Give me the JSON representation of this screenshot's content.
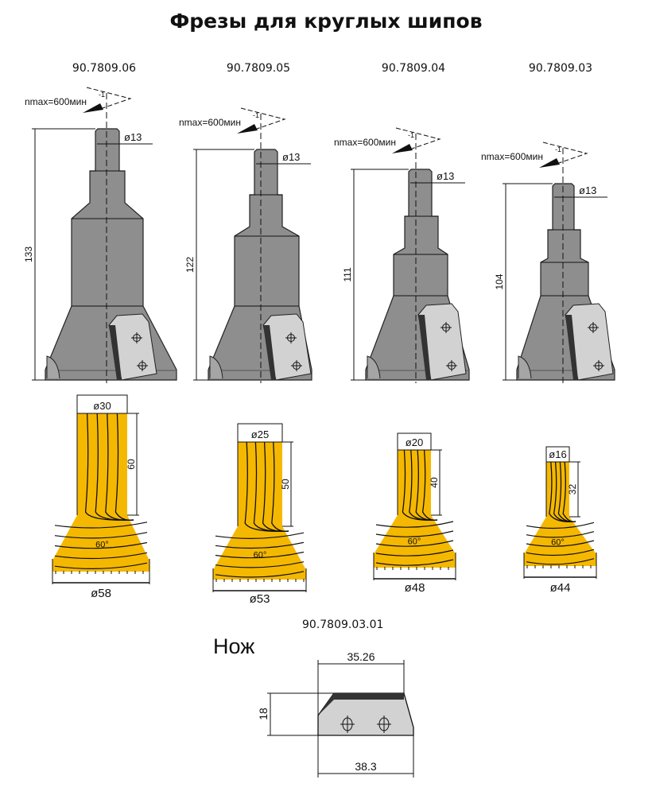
{
  "title": "Фрезы для круглых шипов",
  "speed_label": "nmax=600мин",
  "speed_exp": "-1",
  "colors": {
    "metal": "#8e8e8e",
    "wood": "#f5b800",
    "knife": "#d2d2d2"
  },
  "cutters": [
    {
      "code": "90.7809.06",
      "height": "133",
      "shank": "ø13",
      "tenon_d": "ø30",
      "tenon_len": "60",
      "outer_d": "ø58",
      "angle": "60°"
    },
    {
      "code": "90.7809.05",
      "height": "122",
      "shank": "ø13",
      "tenon_d": "ø25",
      "tenon_len": "50",
      "outer_d": "ø53",
      "angle": "60°"
    },
    {
      "code": "90.7809.04",
      "height": "111",
      "shank": "ø13",
      "tenon_d": "ø20",
      "tenon_len": "40",
      "outer_d": "ø48",
      "angle": "60°"
    },
    {
      "code": "90.7809.03",
      "height": "104",
      "shank": "ø13",
      "tenon_d": "ø16",
      "tenon_len": "32",
      "outer_d": "ø44",
      "angle": "60°"
    }
  ],
  "knife": {
    "code": "90.7809.03.01",
    "label": "Нож",
    "top_len": "35.26",
    "bottom_len": "38.3",
    "height": "18"
  }
}
